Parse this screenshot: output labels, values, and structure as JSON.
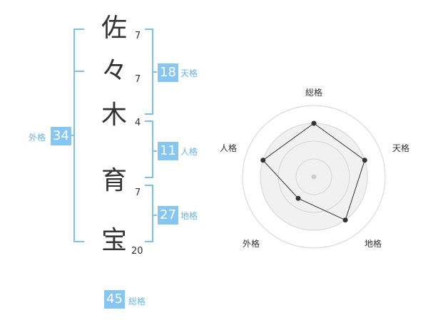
{
  "name_chars": [
    {
      "char": "佐",
      "strokes": "7"
    },
    {
      "char": "々",
      "strokes": "7"
    },
    {
      "char": "木",
      "strokes": "4"
    },
    {
      "char": "育",
      "strokes": "7"
    },
    {
      "char": "宝",
      "strokes": "20"
    }
  ],
  "fortunes": {
    "tenkaku": {
      "value": "18",
      "label": "天格"
    },
    "jinkaku": {
      "value": "11",
      "label": "人格"
    },
    "chikaku": {
      "value": "27",
      "label": "地格"
    },
    "gaikaku": {
      "value": "34",
      "label": "外格"
    },
    "soukaku": {
      "value": "45",
      "label": "総格"
    }
  },
  "colors": {
    "accent": "#85c7f2",
    "bracket": "#7cc0ee",
    "accent_text": "#66b4e6"
  },
  "chart_data": {
    "type": "radar",
    "axes": [
      "総格",
      "天格",
      "地格",
      "外格",
      "人格"
    ],
    "values": [
      3,
      3,
      3,
      1.5,
      3
    ],
    "range": [
      0,
      4
    ],
    "rings": 4,
    "grid": true
  }
}
